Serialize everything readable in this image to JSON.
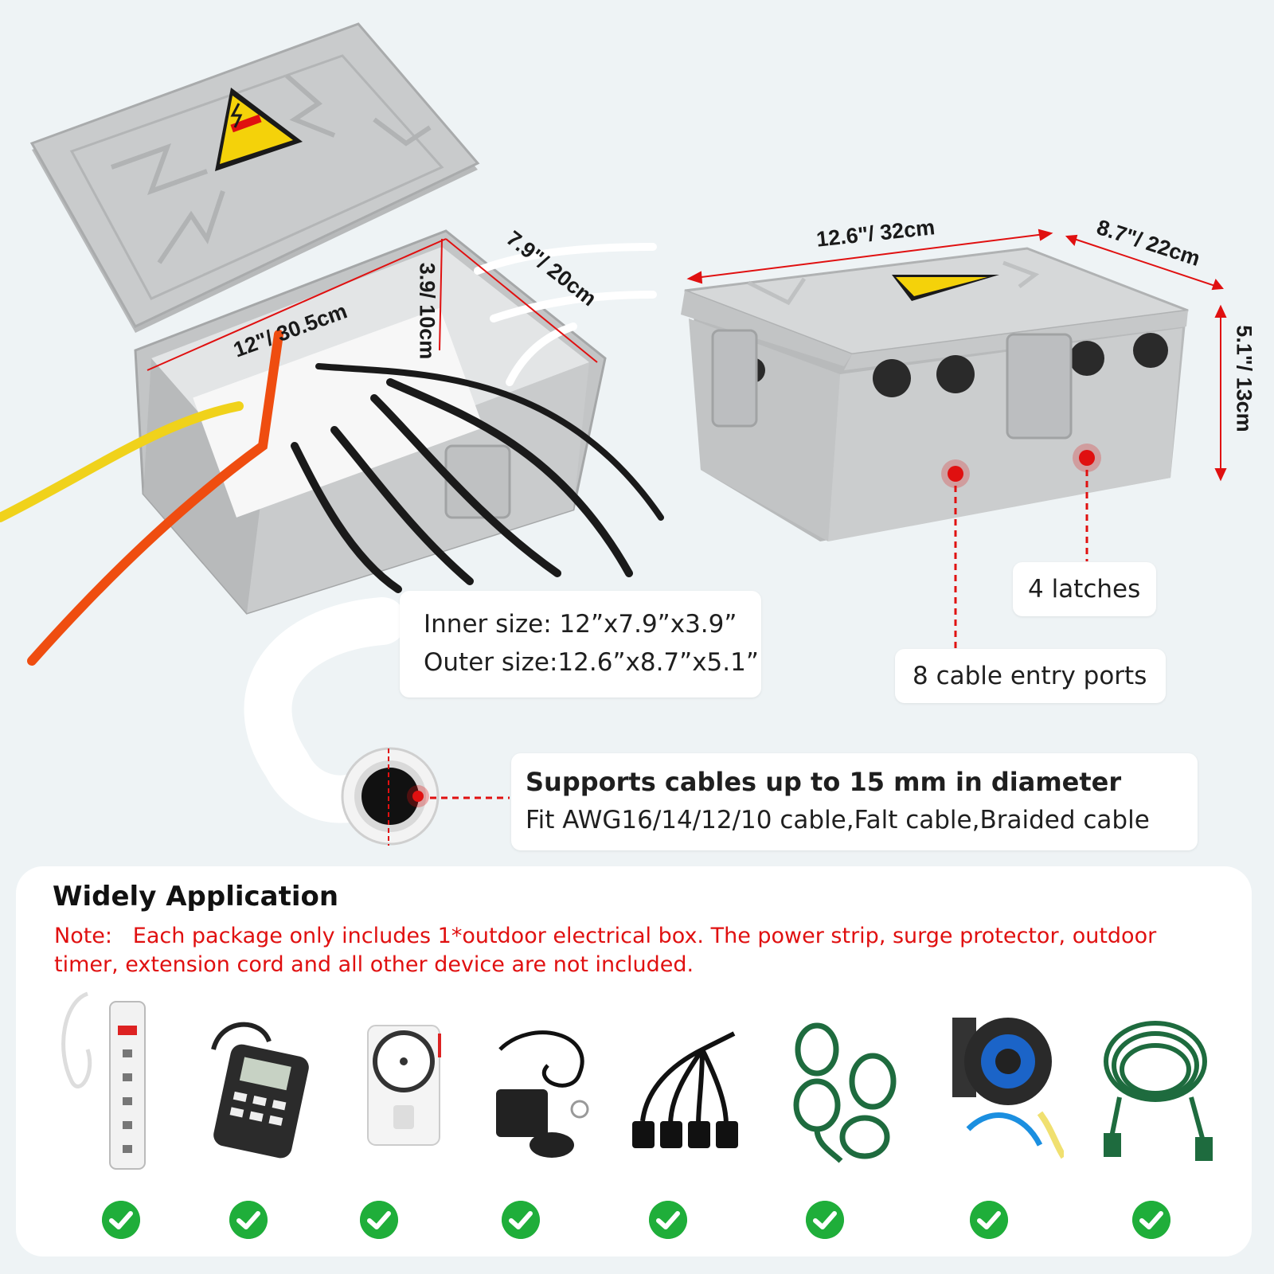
{
  "dimensions": {
    "open_length": "12\"/ 30.5cm",
    "open_width": "7.9\"/ 20cm",
    "open_height": "3.9/ 10cm",
    "closed_length": "12.6\"/  32cm",
    "closed_width": "8.7\"/  22cm",
    "closed_height": "5.1\"/  13cm"
  },
  "sizes": {
    "inner": "Inner size: 12”x7.9”x3.9”",
    "outer": "Outer size:12.6”x8.7”x5.1”"
  },
  "callouts": {
    "latches": "4 latches",
    "ports": "8 cable entry ports"
  },
  "cable_support": {
    "title": "Supports cables up to 15 mm in diameter",
    "subtitle": "Fit AWG16/14/12/10 cable,Falt cable,Braided cable"
  },
  "application": {
    "title": "Widely Application",
    "note": "Note:   Each package only includes 1*outdoor electrical box. The power strip, surge protector, outdoor timer, extension cord and all other device are not included.",
    "products": [
      {
        "name": "power-strip",
        "checked": true
      },
      {
        "name": "digital-timer",
        "checked": true
      },
      {
        "name": "mechanical-timer",
        "checked": true
      },
      {
        "name": "remote-outlet",
        "checked": true
      },
      {
        "name": "splitter-cord",
        "checked": true
      },
      {
        "name": "green-splitter-cords",
        "checked": true
      },
      {
        "name": "cord-reel",
        "checked": true
      },
      {
        "name": "green-extension-cord",
        "checked": true
      }
    ]
  },
  "colors": {
    "box_gray": "#c9cbcc",
    "warning_yellow": "#f4d20a",
    "accent_red": "#e01010",
    "check_green": "#1fae3a"
  }
}
